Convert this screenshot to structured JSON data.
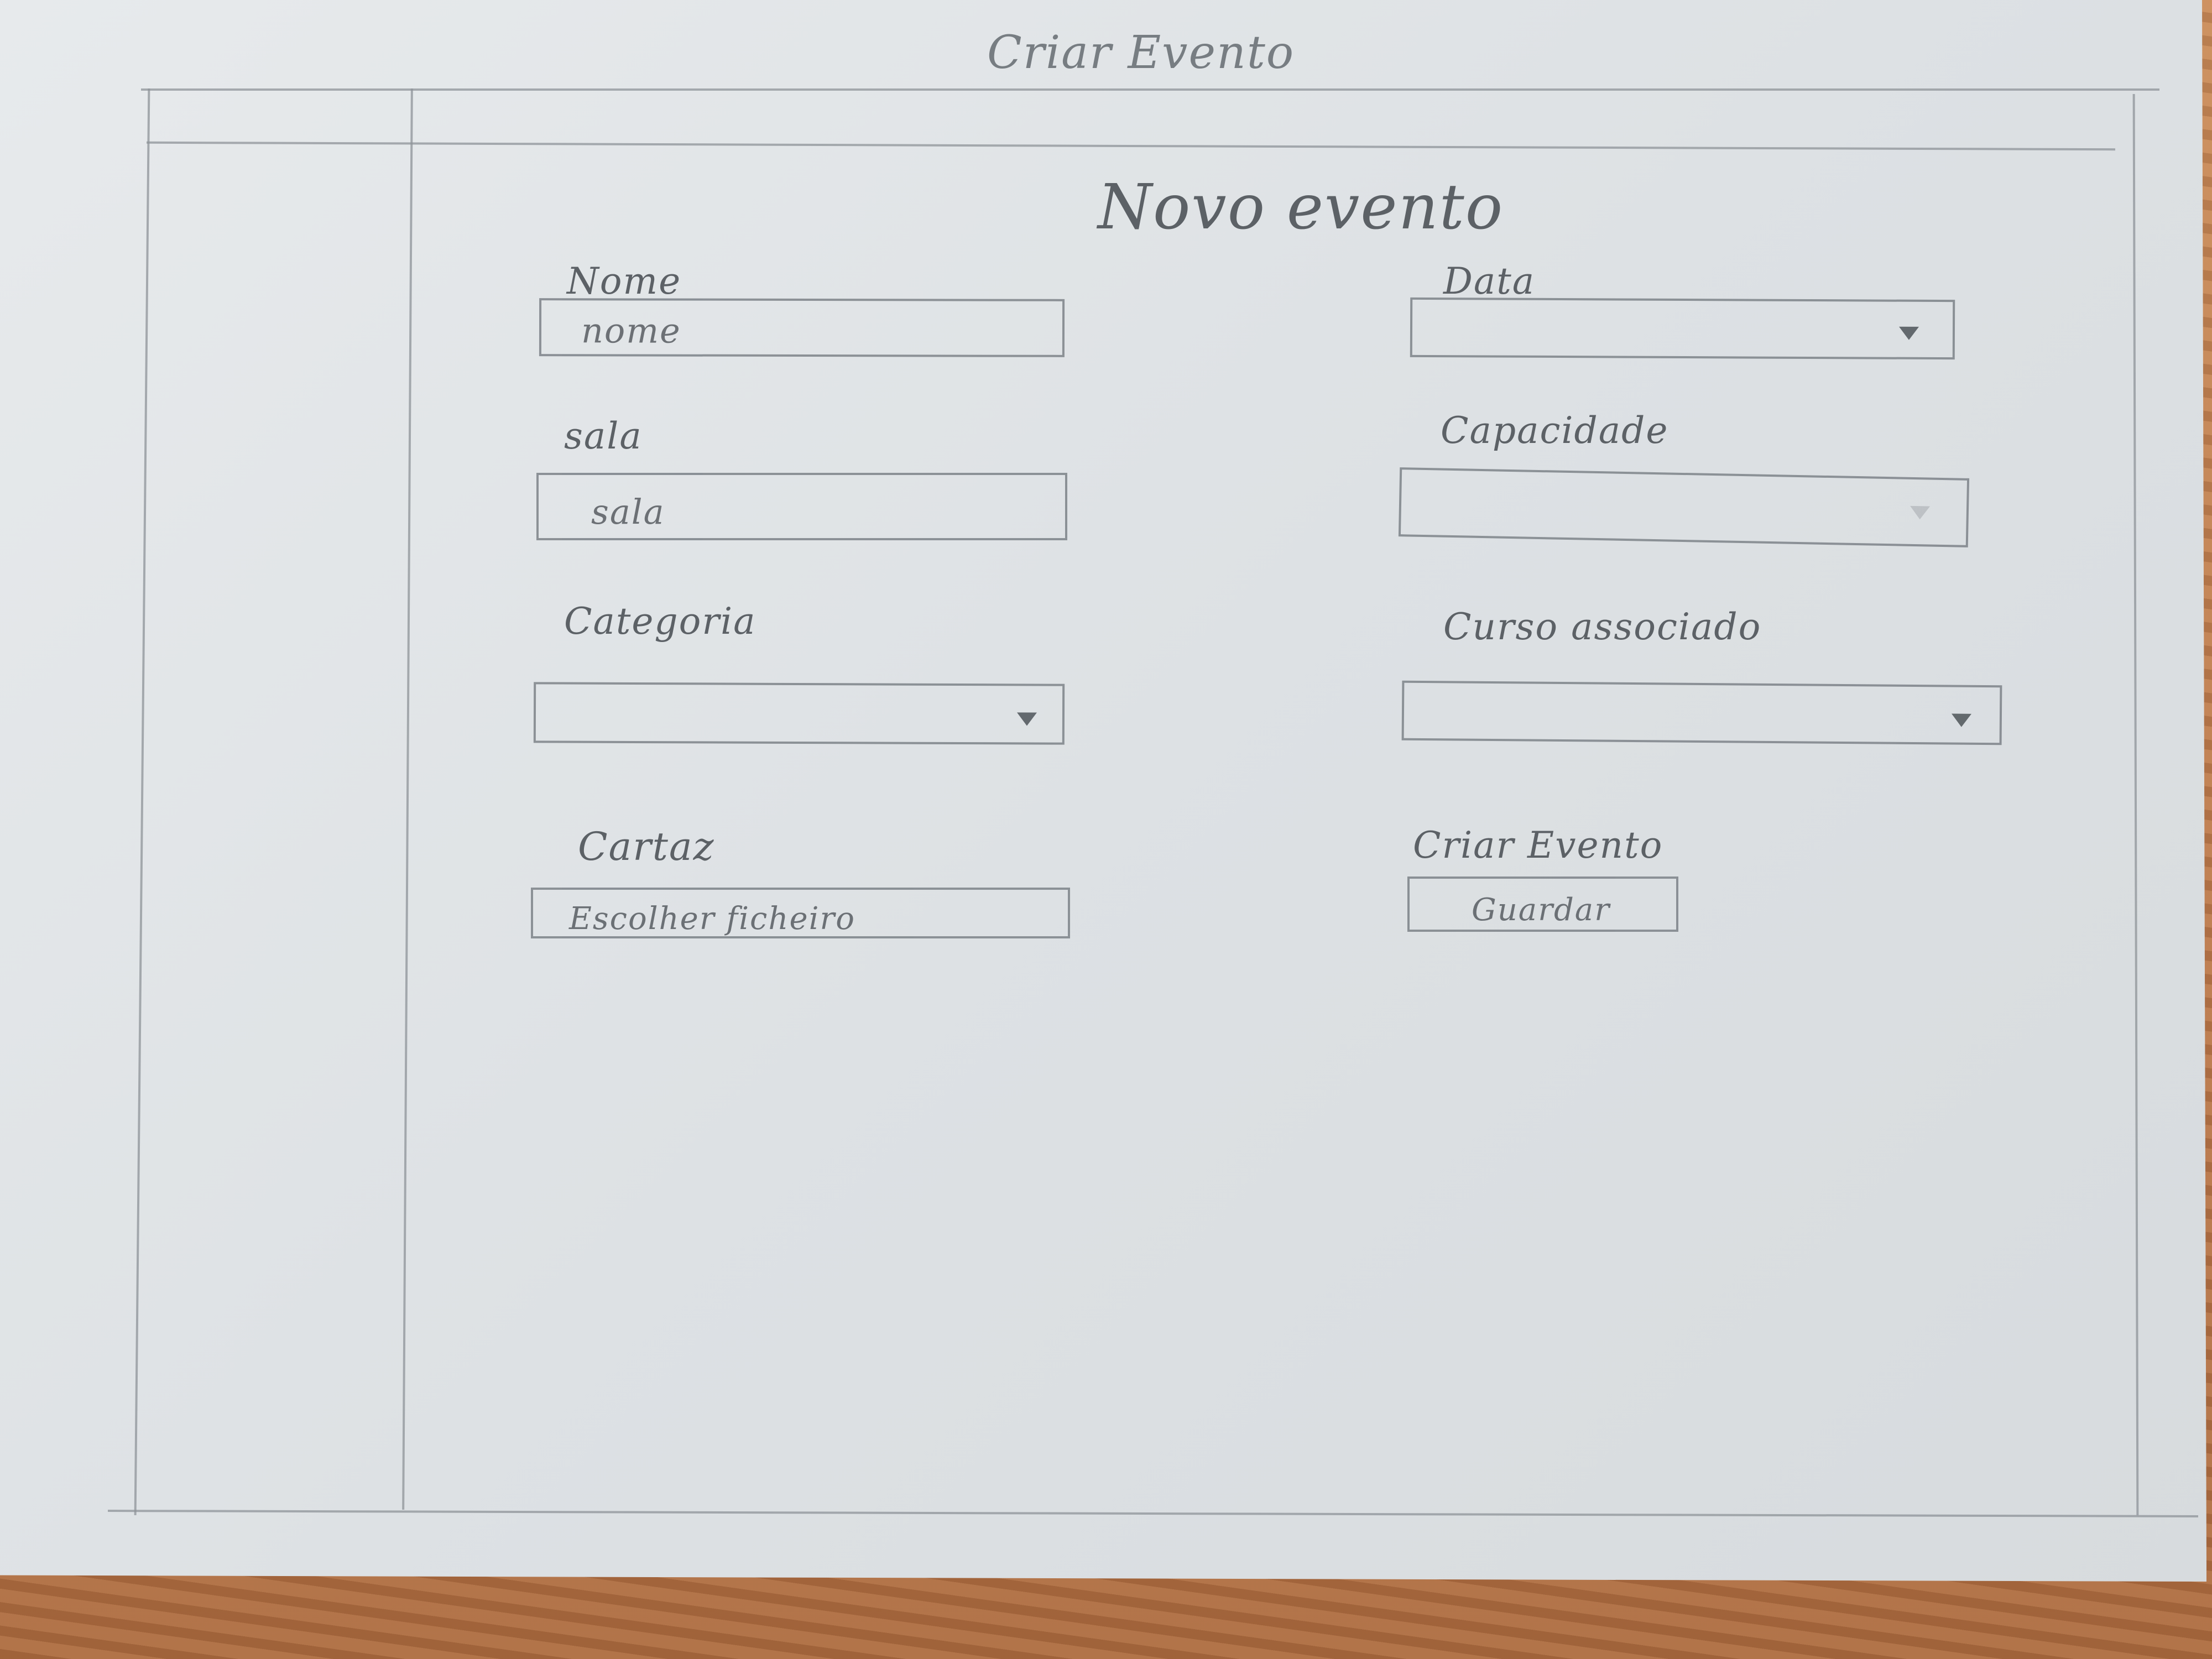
{
  "window": {
    "title": "Criar Evento"
  },
  "page": {
    "heading": "Novo evento"
  },
  "form": {
    "name": {
      "label": "Nome",
      "value": "nome"
    },
    "date": {
      "label": "Data"
    },
    "room": {
      "label": "sala",
      "value": "sala"
    },
    "capacity": {
      "label": "Capacidade"
    },
    "category": {
      "label": "Categoria"
    },
    "course": {
      "label": "Curso associado"
    },
    "poster": {
      "label": "Cartaz",
      "button": "Escolher ficheiro"
    },
    "create": {
      "label": "Criar Evento",
      "button": "Guardar"
    }
  },
  "icons": {
    "dropdown": "chevron-down-icon"
  }
}
